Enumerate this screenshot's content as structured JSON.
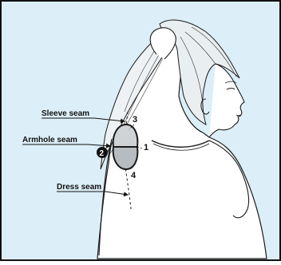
{
  "labels": {
    "sleeve_seam": "Sleeve seam",
    "armhole_seam": "Armhole seam",
    "dress_seam": "Dress seam"
  },
  "markers": {
    "m1": "1",
    "m2": "2",
    "m3": "3",
    "m4": "4"
  },
  "colors": {
    "background": "#dceef7",
    "frame": "#111111",
    "ink": "#1a1a1a",
    "patch_top": "#cfd3d6",
    "patch_bottom": "#b7bcc0",
    "marker_fill": "#111111"
  }
}
